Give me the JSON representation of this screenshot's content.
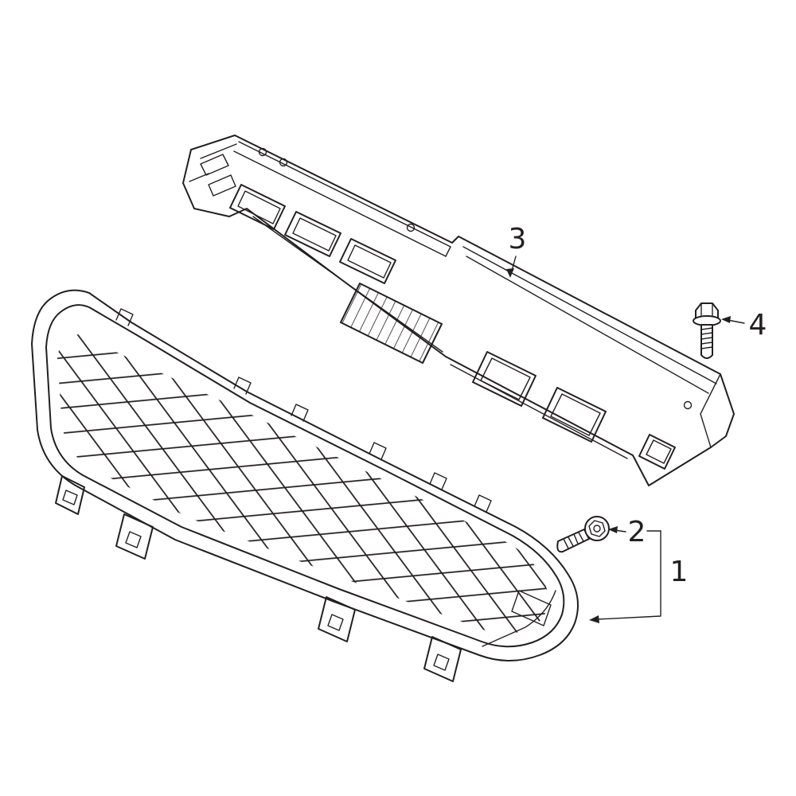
{
  "page": {
    "background": "#ffffff",
    "line_color": "#231f20"
  },
  "callouts": {
    "grille": {
      "label": "1",
      "part": "front-grille-assembly"
    },
    "grille_bolt": {
      "label": "2",
      "part": "grille-mounting-bolt"
    },
    "cover": {
      "label": "3",
      "part": "radiator-grille-upper-cover"
    },
    "cover_bolt": {
      "label": "4",
      "part": "cover-mounting-bolt"
    }
  }
}
